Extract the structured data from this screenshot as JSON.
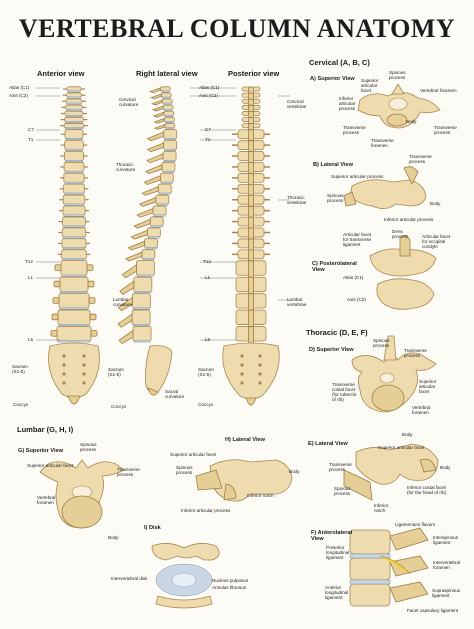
{
  "title": "VERTEBRAL COLUMN ANATOMY",
  "views": {
    "anterior": "Anterior view",
    "lateral": "Right lateral view",
    "posterior": "Posterior view"
  },
  "anterior_labels": {
    "atlas": "Atlas (C1)",
    "axis": "Axis (C2)",
    "c7": "C7",
    "t1": "T1",
    "t12": "T12",
    "l1": "L1",
    "l5": "L5",
    "sacrum": "Sacrum\n(S1-5)",
    "coccyx": "Coccyx"
  },
  "lateral_labels": {
    "cervical_curvature": "Cervical\ncurvature",
    "thoracic_curvature": "Thoracic\ncurvature",
    "lumbar_curvature": "Lumbar\ncurvature",
    "sacrum": "Sacrum\n(S1-5)",
    "sacral_curvature": "Sacral\ncurvature",
    "coccyx": "Coccyx"
  },
  "middle_labels": {
    "atlas": "Atlas (C1)",
    "axis": "Axis (C2)",
    "c7": "C7",
    "t1": "T1",
    "t12": "T12",
    "l1": "L1",
    "l5": "L5",
    "sacrum": "Sacrum\n(S1-5)",
    "coccyx": "Coccyx"
  },
  "posterior_labels": {
    "cervical_vertebrae": "Cervical\nvertebrae",
    "thoracic_vertebrae": "Thoracic\nvertebrae",
    "lumbar_vertebrae": "Lumbar\nvertebrae"
  },
  "cervical": {
    "heading": "Cervical (A, B, C)",
    "a_title": "A) Superior View",
    "a_labels": {
      "superior_articular_facet": "Superior\narticular\nfacet",
      "inferior_articular_process": "Inferior\narticular\nprocess",
      "spinous_process": "Spinous\nprocess",
      "vertebral_foramen": "Vertebral foramen",
      "body": "Body",
      "transverse_foramen": "Transverse\nforamen",
      "transverse_process": "Transverse\nprocess",
      "transverse_process_2": "Transverse\nprocess"
    },
    "b_title": "B) Lateral View",
    "b_labels": {
      "transverse_process": "Transverse\nprocess",
      "superior_articular_process": "Superior articular process",
      "spinous_process": "Spinous\nprocess",
      "body": "Body",
      "inferior_articular_process": "Inferior articular process"
    },
    "c_title": "C) Posterolateral\nView",
    "c_labels": {
      "articular_facet_transverse_ligament": "Articular facet\nfor transverse\nligament",
      "dens_process": "Dens\nprocess",
      "articular_facet_occipital_condyle": "Articular facet\nfor occipital\ncondyle",
      "atlas": "Atlas (C1)",
      "axis": "Axis (C2)"
    }
  },
  "thoracic": {
    "heading": "Thoracic (D, E, F)",
    "d_title": "D) Superior View",
    "d_labels": {
      "spinous_process": "Spinous\nprocess",
      "transverse_process": "Transverse\nprocess",
      "transverse_costal_facet": "Transverse\ncostal facet\n(for tubercle\nof rib)",
      "superior_articular_facet": "Superior\narticular\nfacet",
      "vertebral_foramen": "Vertebral\nforamen",
      "body": "Body"
    },
    "e_title": "E) Lateral View",
    "e_labels": {
      "superior_articular_facet": "Superior articular facet",
      "transverse_process": "Transverse\nprocess",
      "spinous_process": "Spinous\nprocess",
      "body": "Body",
      "inferior_costal_facet": "Inferior costal facet\n(for the head of rib)",
      "inferior_notch": "Inferior\nnotch"
    },
    "f_title": "F) Anterolateral\nView",
    "f_labels": {
      "ligamentum_flavum": "Ligamentum flavum",
      "posterior_longitudinal_ligament": "Posterior\nlongitudinal\nligament",
      "interspinous_ligament": "Interspinous\nligament",
      "intervertebral_foramen": "Intervertebral\nforamen",
      "anterior_longitudinal_ligament": "Anterior\nlongitudinal\nligament",
      "supraspinous_ligament": "Supraspinous\nligament",
      "facet_capsulary_ligament": "Facet capsulary ligament"
    }
  },
  "lumbar": {
    "heading": "Lumbar (G, H, I)",
    "g_title": "G) Superior View",
    "g_labels": {
      "spinous_process": "Spinous\nprocess",
      "superior_articular_facet": "Superior articular facet",
      "transverse_process": "Transverse\nprocess",
      "vertebral_foramen": "Vertebral\nforamen",
      "body": "Body"
    },
    "h_title": "H) Lateral View",
    "h_labels": {
      "superior_articular_facet": "Superior articular facet",
      "spinous_process": "Spinous\nprocess",
      "body": "Body",
      "inferior_notch": "Inferior notch",
      "inferior_articular_process": "Inferior articular process"
    },
    "i_title": "I) Disk",
    "i_labels": {
      "intervertebral_disk": "Intervertebral disk",
      "nucleus_pulposus": "Nucleus pulposus",
      "annulus_fibrosus": "Annulus fibrosus"
    }
  },
  "colors": {
    "bone": "#eedcae",
    "bone_outline": "#a8864f",
    "disc": "#c9d6e3",
    "nerve": "#f1ce47",
    "text": "#1a1a1a"
  }
}
